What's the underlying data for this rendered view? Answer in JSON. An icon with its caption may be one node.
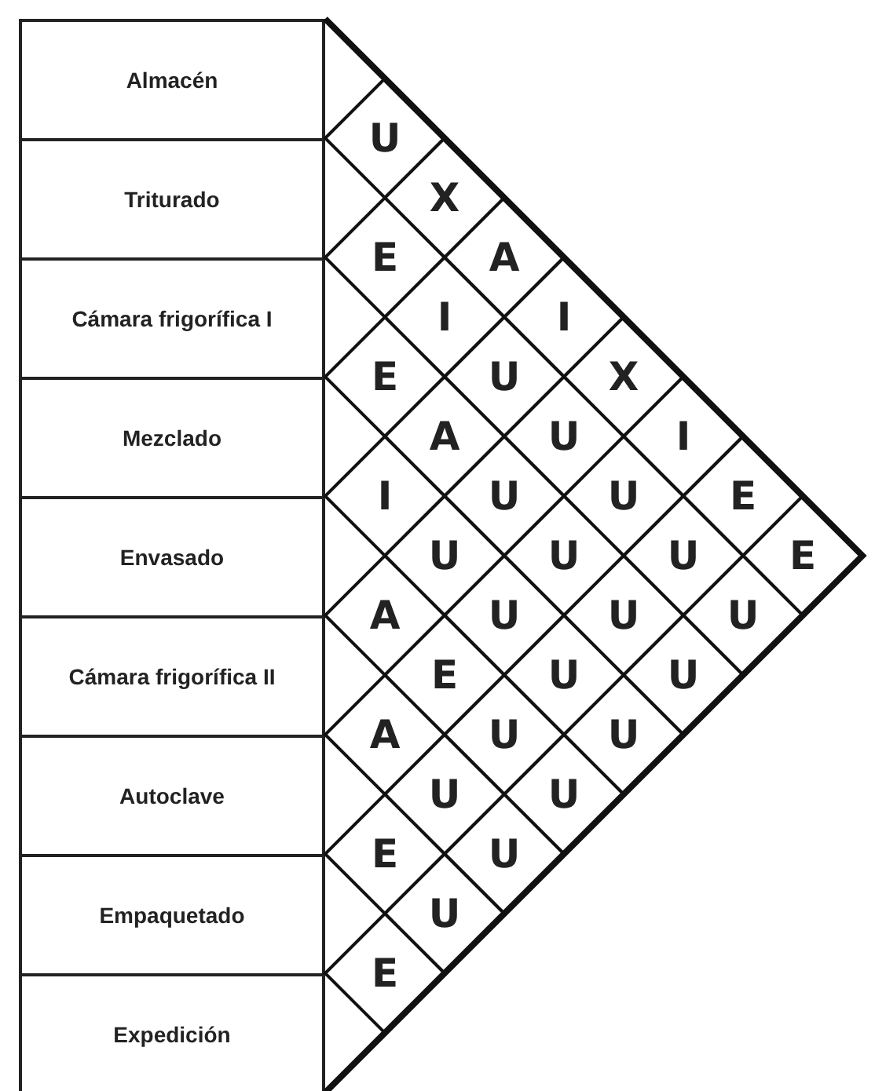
{
  "diagram": {
    "nodes": [
      {
        "text": [
          "Almacén"
        ]
      },
      {
        "text": [
          "Triturado"
        ]
      },
      {
        "text": [
          "Cámara frigorífica I"
        ]
      },
      {
        "text": [
          "Mezclado"
        ]
      },
      {
        "text": [
          "Envasado"
        ]
      },
      {
        "text": [
          "Cámara frigorífica II"
        ]
      },
      {
        "text": [
          "Autoclave"
        ]
      },
      {
        "text": [
          "Empaquetado"
        ]
      },
      {
        "text": [
          "Expedición"
        ]
      },
      {
        "text": [
          "U"
        ]
      },
      {
        "text": [
          "X"
        ]
      },
      {
        "text": [
          "E"
        ]
      },
      {
        "text": [
          "A"
        ]
      },
      {
        "text": [
          "I"
        ]
      },
      {
        "text": [
          "I"
        ]
      },
      {
        "text": [
          "E"
        ]
      },
      {
        "text": [
          "U"
        ]
      },
      {
        "text": [
          "X"
        ]
      },
      {
        "text": [
          "A"
        ]
      },
      {
        "text": [
          "U"
        ]
      },
      {
        "text": [
          "I"
        ]
      },
      {
        "text": [
          "I"
        ]
      },
      {
        "text": [
          "U"
        ]
      },
      {
        "text": [
          "U"
        ]
      },
      {
        "text": [
          "E"
        ]
      },
      {
        "text": [
          "U"
        ]
      },
      {
        "text": [
          "U"
        ]
      },
      {
        "text": [
          "U"
        ]
      },
      {
        "text": [
          "E"
        ]
      },
      {
        "text": [
          "A"
        ]
      },
      {
        "text": [
          "U"
        ]
      },
      {
        "text": [
          "U"
        ]
      },
      {
        "text": [
          "U"
        ]
      },
      {
        "text": [
          "E"
        ]
      },
      {
        "text": [
          "U"
        ]
      },
      {
        "text": [
          "U"
        ]
      },
      {
        "text": [
          "A"
        ]
      },
      {
        "text": [
          "U"
        ]
      },
      {
        "text": [
          "U"
        ]
      },
      {
        "text": [
          "U"
        ]
      },
      {
        "text": [
          "U"
        ]
      },
      {
        "text": [
          "E"
        ]
      },
      {
        "text": [
          "U"
        ]
      },
      {
        "text": [
          "U"
        ]
      },
      {
        "text": [
          "E"
        ]
      }
    ],
    "edges": []
  }
}
